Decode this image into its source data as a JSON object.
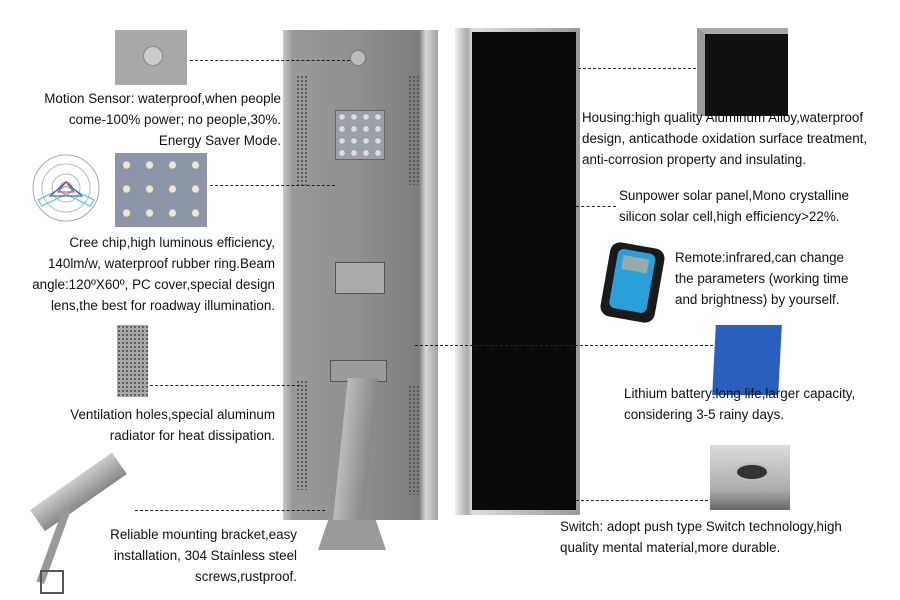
{
  "features_left": [
    {
      "id": "motion-sensor",
      "lines": [
        "Motion Sensor: waterproof,when people",
        "come-100% power; no people,30%.",
        "Energy Saver Mode."
      ]
    },
    {
      "id": "cree-chip",
      "lines": [
        "Cree chip,high luminous efficiency,",
        "140lm/w, waterproof rubber ring.Beam",
        "angle:120ºX60º, PC cover,special design",
        "lens,the best for roadway illumination."
      ]
    },
    {
      "id": "ventilation",
      "lines": [
        "Ventilation holes,special aluminum",
        "radiator for heat dissipation."
      ]
    },
    {
      "id": "bracket",
      "lines": [
        "Reliable mounting bracket,easy",
        "installation, 304 Stainless steel",
        "screws,rustproof."
      ]
    }
  ],
  "features_right": [
    {
      "id": "housing",
      "lines": [
        "Housing:high quality Aluminum Alloy,waterproof",
        "design, anticathode oxidation surface treatment,",
        "anti-corrosion property and insulating."
      ]
    },
    {
      "id": "solar-panel",
      "lines": [
        "Sunpower solar panel,Mono crystalline",
        "silicon solar cell,high efficiency>22%."
      ]
    },
    {
      "id": "remote",
      "lines": [
        "Remote:infrared,can change",
        "the parameters (working time",
        "and brightness) by yourself."
      ]
    },
    {
      "id": "battery",
      "lines": [
        "Lithium battery:long life,larger capacity,",
        "considering 3-5 rainy days."
      ]
    },
    {
      "id": "switch",
      "lines": [
        "Switch: adopt push type Switch technology,high",
        "quality mental material,more durable."
      ]
    }
  ],
  "colors": {
    "panel": "#0a0a0a",
    "housing": "#8c8c8c",
    "battery": "#2a5fc0",
    "remote": "#2a9fd8"
  }
}
